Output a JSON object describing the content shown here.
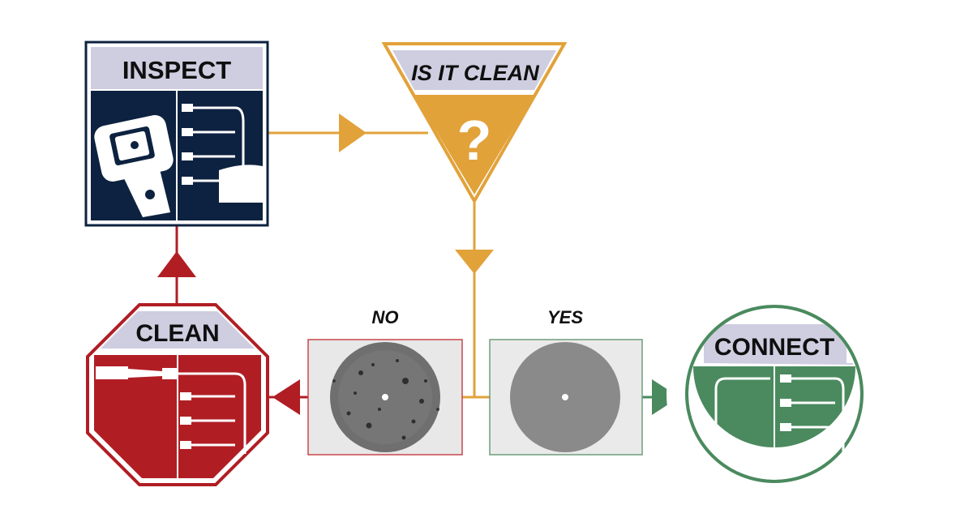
{
  "steps": {
    "inspect": {
      "label": "INSPECT",
      "color": "#0d2240"
    },
    "decision": {
      "label": "IS IT CLEAN",
      "symbol": "?",
      "color": "#e2a23a"
    },
    "clean": {
      "label": "CLEAN",
      "color": "#b01e24"
    },
    "connect": {
      "label": "CONNECT",
      "color": "#4a8a5e"
    }
  },
  "outcomes": {
    "no": {
      "label": "NO",
      "image": "dirty-fiber-endface"
    },
    "yes": {
      "label": "YES",
      "image": "clean-fiber-endface"
    }
  },
  "colors": {
    "header_band": "#cfcde0",
    "icon_lines": "#ffffff"
  }
}
